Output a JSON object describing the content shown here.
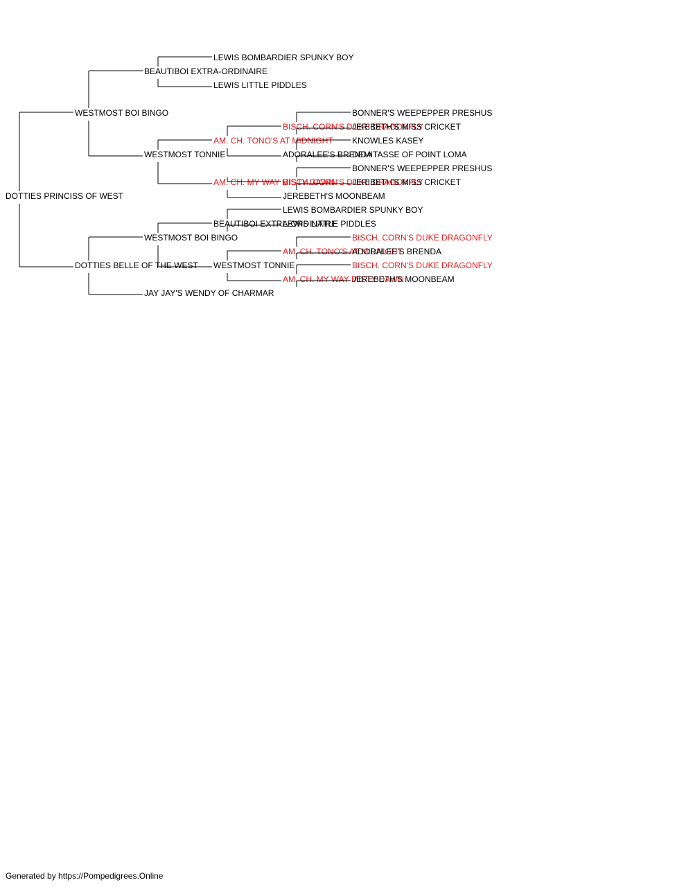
{
  "colors": {
    "text": "#000000",
    "titled": "#e8191d",
    "line": "#000000"
  },
  "footer": "Generated by https://Pompedigrees.Online",
  "pedigree": {
    "name": "DOTTIES PRINCISS OF WEST",
    "titled": false,
    "sire": {
      "name": "WESTMOST BOI BINGO",
      "titled": false,
      "sire": {
        "name": "BEAUTIBOI EXTRA-ORDINAIRE",
        "titled": false,
        "sire": {
          "name": "LEWIS BOMBARDIER SPUNKY BOY",
          "titled": false
        },
        "dam": {
          "name": "LEWIS LITTLE PIDDLES",
          "titled": false
        }
      },
      "dam": {
        "name": "WESTMOST TONNIE",
        "titled": false,
        "sire": {
          "name": "AM. CH. TONO'S AT MIDNIGHT",
          "titled": true,
          "sire": {
            "name": "BISCH. CORN'S DUKE DRAGONFLY",
            "titled": true,
            "sire": {
              "name": "BONNER'S WEEPEPPER PRESHUS",
              "titled": false
            },
            "dam": {
              "name": "JERIBETH'S MISS CRICKET",
              "titled": false
            }
          },
          "dam": {
            "name": "ADORALEE'S BRENDA",
            "titled": false,
            "sire": {
              "name": "KNOWLES KASEY",
              "titled": false
            },
            "dam": {
              "name": "DEMITASSE OF POINT LOMA",
              "titled": false
            }
          }
        },
        "dam": {
          "name": "AM. CH. MY WAY MISTY DAWN",
          "titled": true,
          "sire": {
            "name": "BISCH. CORN'S DUKE DRAGONFLY",
            "titled": true,
            "sire": {
              "name": "BONNER'S WEEPEPPER PRESHUS",
              "titled": false
            },
            "dam": {
              "name": "JERIBETH'S MISS CRICKET",
              "titled": false
            }
          },
          "dam": {
            "name": "JEREBETH'S MOONBEAM",
            "titled": false
          }
        }
      }
    },
    "dam": {
      "name": "DOTTIES BELLE OF THE WEST",
      "titled": false,
      "sire": {
        "name": "WESTMOST BOI BINGO",
        "titled": false,
        "sire": {
          "name": "BEAUTIBOI EXTRA-ORDINAIRE",
          "titled": false,
          "sire": {
            "name": "LEWIS BOMBARDIER SPUNKY BOY",
            "titled": false
          },
          "dam": {
            "name": "LEWIS LITTLE PIDDLES",
            "titled": false
          }
        },
        "dam": {
          "name": "WESTMOST TONNIE",
          "titled": false,
          "sire": {
            "name": "AM. CH. TONO'S AT MIDNIGHT",
            "titled": true,
            "sire": {
              "name": "BISCH. CORN'S DUKE DRAGONFLY",
              "titled": true
            },
            "dam": {
              "name": "ADORALEE'S BRENDA",
              "titled": false
            }
          },
          "dam": {
            "name": "AM. CH. MY WAY MISTY DAWN",
            "titled": true,
            "sire": {
              "name": "BISCH. CORN'S DUKE DRAGONFLY",
              "titled": true
            },
            "dam": {
              "name": "JEREBETH'S MOONBEAM",
              "titled": false
            }
          }
        }
      },
      "dam": {
        "name": "JAY JAY'S WENDY OF CHARMAR",
        "titled": false
      }
    }
  }
}
